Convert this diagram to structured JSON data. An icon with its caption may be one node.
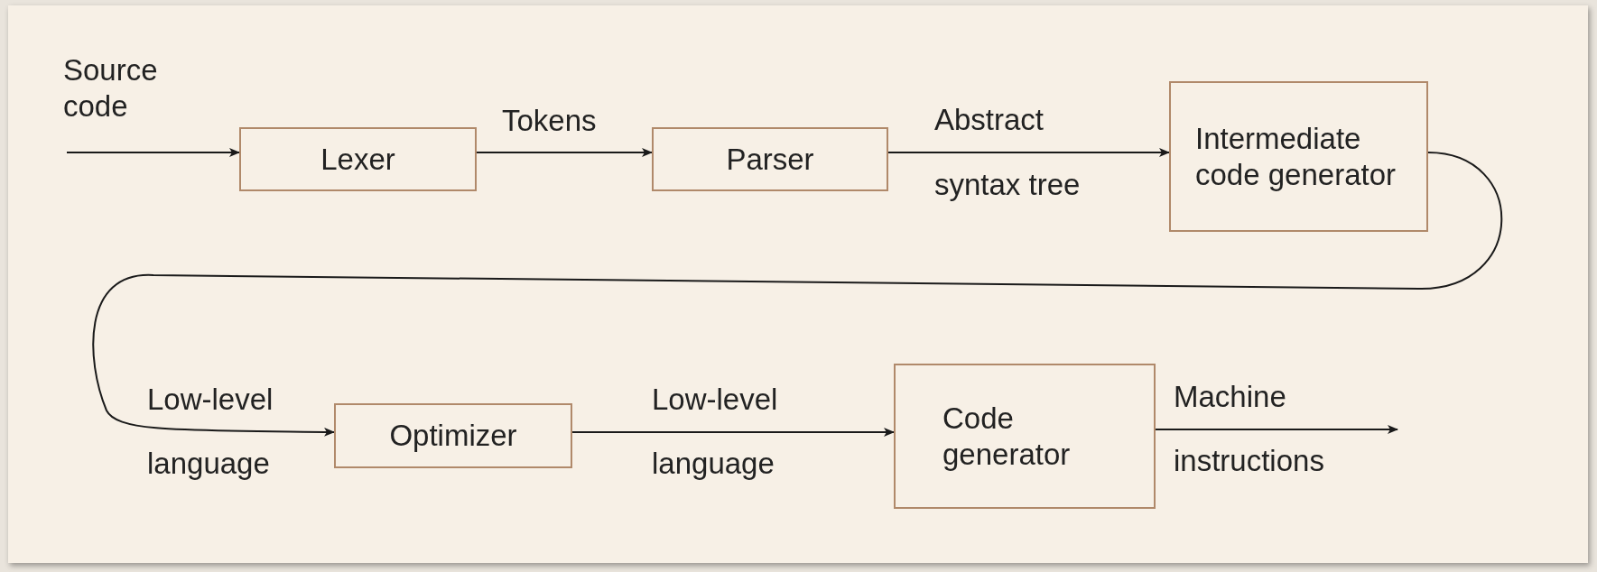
{
  "diagram": {
    "nodes": [
      {
        "text": [
          "Lexer"
        ]
      },
      {
        "text": [
          "Parser"
        ]
      },
      {
        "text": [
          "Intermediate code generator"
        ]
      },
      {
        "text": [
          "Optimizer"
        ]
      },
      {
        "text": [
          "Code generator"
        ]
      }
    ],
    "edges": [
      {
        "from": null,
        "to": 0,
        "arrow": "to",
        "label": "Source code"
      },
      {
        "from": 0,
        "to": 1,
        "arrow": "to",
        "label": "Tokens"
      },
      {
        "from": 1,
        "to": 2,
        "arrow": "to",
        "label": "Abstract syntax tree"
      },
      {
        "from": 2,
        "to": 3,
        "arrow": "to",
        "label": "Low-level language"
      },
      {
        "from": 3,
        "to": 4,
        "arrow": "to",
        "label": "Low-level language"
      },
      {
        "from": 4,
        "to": null,
        "arrow": "to",
        "label": "Machine instructions"
      }
    ]
  }
}
